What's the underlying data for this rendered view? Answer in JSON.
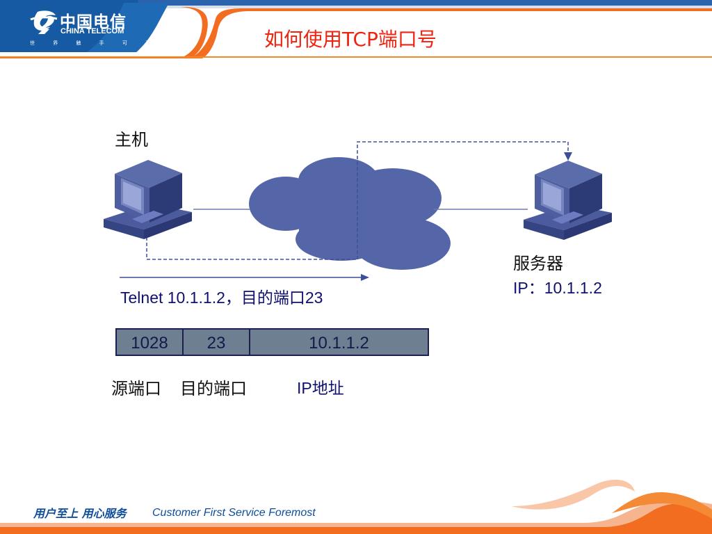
{
  "brand": {
    "chinese_name": "中国电信",
    "english_name": "CHINA TELECOM",
    "slogan": "世 界 触 手 可 及"
  },
  "slide": {
    "title": "如何使用TCP端口号"
  },
  "diagram": {
    "host_label": "主机",
    "server_label": "服务器",
    "server_ip": "IP：10.1.1.2",
    "telnet_command": "Telnet 10.1.1.2，目的端口23"
  },
  "packet": {
    "source_port": "1028",
    "destination_port": "23",
    "ip_address": "10.1.1.2",
    "source_port_label": "源端口",
    "destination_port_label": "目的端口",
    "ip_address_label": "IP地址"
  },
  "footer": {
    "chinese_slogan": "用户至上 用心服务",
    "english_slogan": "Customer First Service Foremost"
  },
  "colors": {
    "title_red": "#f0230f",
    "brand_blue": "#0e4d9b",
    "cloud_blue": "#5566a8",
    "orange": "#f37022"
  },
  "icons": {
    "host": "desktop-computer-icon",
    "server": "server-computer-icon",
    "network": "network-cloud-icon"
  }
}
